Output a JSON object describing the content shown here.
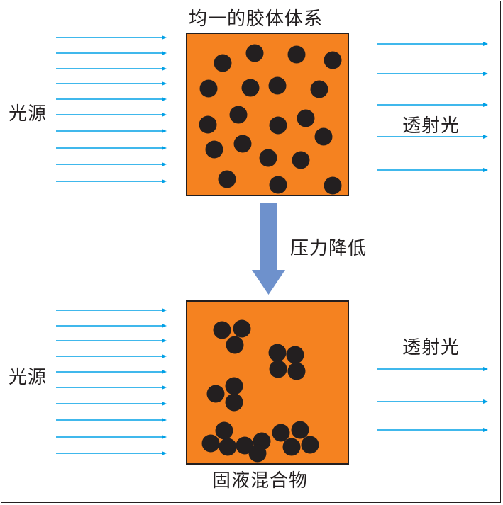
{
  "title_top": "均一的胶体体系",
  "title_bottom": "固液混合物",
  "light_source_label": "光源",
  "transmitted_label": "透射光",
  "process_label": "压力降低",
  "colors": {
    "box_fill": "#f58220",
    "box_border": "#231f20",
    "particle": "#231f20",
    "light_ray": "#00a0e6",
    "process_arrow": "#6e91cc"
  },
  "icons": {
    "ray": "arrow-right",
    "process": "arrow-down"
  }
}
